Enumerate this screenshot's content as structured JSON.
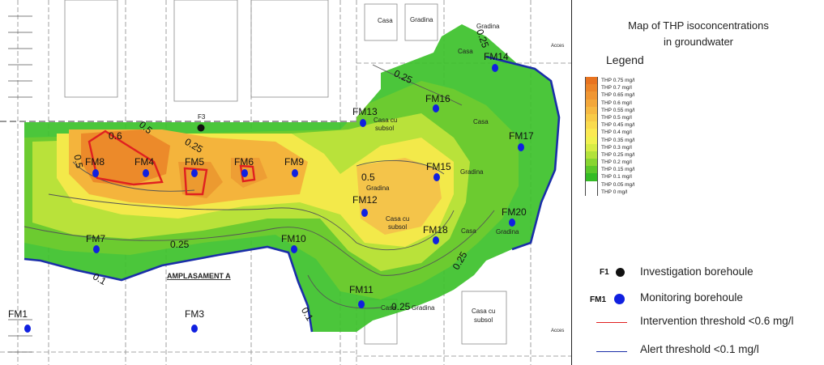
{
  "legend": {
    "title_line1": "Map of THP isoconcentrations",
    "title_line2": "in groundwater",
    "heading": "Legend",
    "scale": [
      {
        "label": "THP 0.75 mg/l",
        "color": "#e8731f"
      },
      {
        "label": "THP 0.7 mg/l",
        "color": "#ec8528"
      },
      {
        "label": "THP 0.65 mg/l",
        "color": "#f09632"
      },
      {
        "label": "THP 0.6 mg/l",
        "color": "#f3a73a"
      },
      {
        "label": "THP 0.55 mg/l",
        "color": "#f6b942"
      },
      {
        "label": "THP 0.5 mg/l",
        "color": "#f8cb48"
      },
      {
        "label": "THP 0.45 mg/l",
        "color": "#fadb4e"
      },
      {
        "label": "THP 0.4 mg/l",
        "color": "#fbe952"
      },
      {
        "label": "THP 0.35 mg/l",
        "color": "#f1f14f"
      },
      {
        "label": "THP 0.3 mg/l",
        "color": "#d7ec45"
      },
      {
        "label": "THP 0.25 mg/l",
        "color": "#b3e23b"
      },
      {
        "label": "THP 0.2 mg/l",
        "color": "#88d531"
      },
      {
        "label": "THP 0.15 mg/l",
        "color": "#5cc82a"
      },
      {
        "label": "THP 0.1 mg/l",
        "color": "#34bb25"
      },
      {
        "label": "THP 0.05 mg/l",
        "color": "#ffffff"
      },
      {
        "label": "THP 0 mg/l",
        "color": "#ffffff"
      }
    ],
    "items": [
      {
        "symbol_label": "F1",
        "text": "Investigation borehоule",
        "kind": "black-dot",
        "color": "#111111"
      },
      {
        "symbol_label": "FM1",
        "text": "Monitoring borehоule",
        "kind": "blue-dot",
        "color": "#1020e0"
      },
      {
        "symbol_label": "",
        "text": "Intervention threshold <0.6 mg/l",
        "kind": "red-line",
        "color": "#e02020"
      },
      {
        "symbol_label": "",
        "text": "Alert threshold <0.1 mg/l",
        "kind": "blue-line",
        "color": "#1a2ea8"
      }
    ]
  },
  "map": {
    "colors": {
      "plume_outer": "#3cc12a",
      "plume_low": "#6ccb30",
      "plume_mid": "#b9e23a",
      "plume_yellow": "#f3e94a",
      "plume_high": "#f4b43c",
      "plume_hot": "#ec8a2a",
      "alert_line": "#1a2ea8",
      "intervention_line": "#e02020",
      "monitoring": "#1020e0"
    },
    "boreholes": [
      {
        "id": "FM1",
        "type": "monitoring"
      },
      {
        "id": "FM3",
        "type": "monitoring"
      },
      {
        "id": "FM4",
        "type": "monitoring"
      },
      {
        "id": "FM5",
        "type": "monitoring"
      },
      {
        "id": "FM6",
        "type": "monitoring"
      },
      {
        "id": "FM7",
        "type": "monitoring"
      },
      {
        "id": "FM8",
        "type": "monitoring"
      },
      {
        "id": "FM9",
        "type": "monitoring"
      },
      {
        "id": "FM10",
        "type": "monitoring"
      },
      {
        "id": "FM11",
        "type": "monitoring"
      },
      {
        "id": "FM12",
        "type": "monitoring"
      },
      {
        "id": "FM13",
        "type": "monitoring"
      },
      {
        "id": "FM14",
        "type": "monitoring"
      },
      {
        "id": "FM15",
        "type": "monitoring"
      },
      {
        "id": "FM16",
        "type": "monitoring"
      },
      {
        "id": "FM17",
        "type": "monitoring"
      },
      {
        "id": "FM18",
        "type": "monitoring"
      },
      {
        "id": "FM20",
        "type": "monitoring"
      },
      {
        "id": "F3",
        "type": "investigation"
      }
    ],
    "contour_labels": [
      "0.6",
      "0.5",
      "0.5",
      "0.25",
      "0.25",
      "0.25",
      "0.5",
      "0.25",
      "0.1",
      "0.1",
      "0.25",
      "0.25"
    ],
    "texts": {
      "site": "AMPLASAMENT A",
      "casa_1": "Casa",
      "gradina_1": "Gradina",
      "gradina_2": "Gradina",
      "casa_2": "Casa",
      "casa_subsol_1a": "Casa cu",
      "casa_subsol_1b": "subsol",
      "casa_3": "Casa",
      "gradina_3": "Gradina",
      "gradina_4": "Gradina",
      "casa_subsol_2a": "Casa cu",
      "casa_subsol_2b": "subsol",
      "casa_4": "Casa",
      "gradina_5": "Gradina",
      "casa_5": "Casa",
      "gradina_6": "Gradina",
      "casa_subsol_3a": "Casa cu",
      "casa_subsol_3b": "subsol",
      "acces_1": "Acces",
      "acces_2": "Acces"
    }
  }
}
